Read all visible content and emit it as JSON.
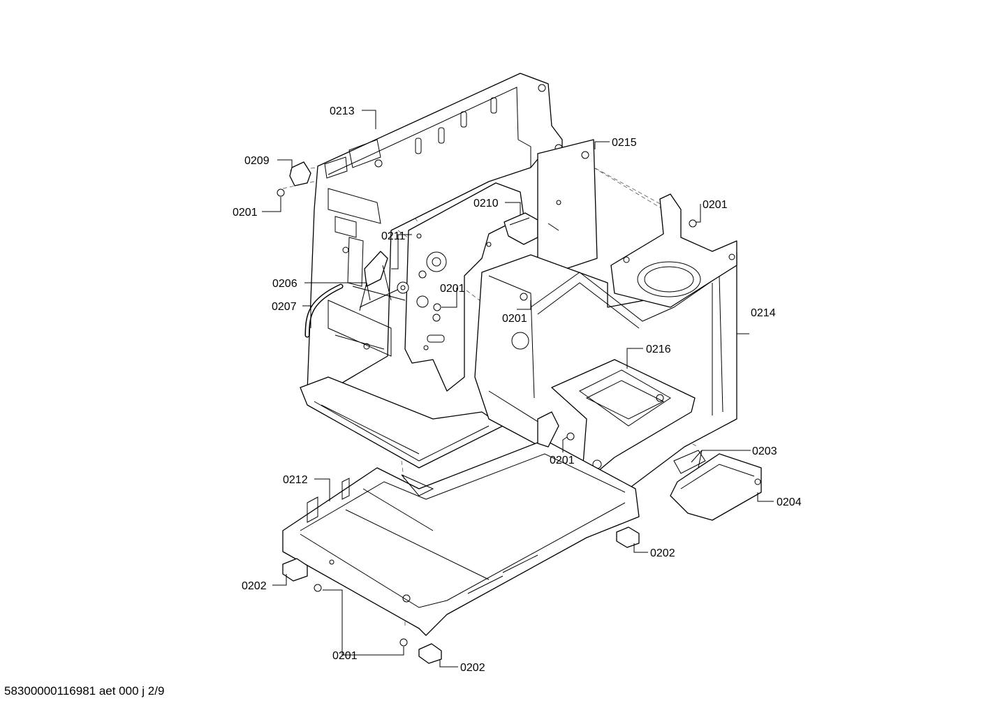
{
  "diagram": {
    "footer": "58300000116981 aet 000 j 2/9",
    "callouts": [
      {
        "id": "c0213",
        "label": "0213"
      },
      {
        "id": "c0209",
        "label": "0209"
      },
      {
        "id": "c0201a",
        "label": "0201"
      },
      {
        "id": "c0215",
        "label": "0215"
      },
      {
        "id": "c0210",
        "label": "0210"
      },
      {
        "id": "c0201b",
        "label": "0201"
      },
      {
        "id": "c0211",
        "label": "0211"
      },
      {
        "id": "c0206",
        "label": "0206"
      },
      {
        "id": "c0201c",
        "label": "0201"
      },
      {
        "id": "c0207",
        "label": "0207"
      },
      {
        "id": "c0201d",
        "label": "0201"
      },
      {
        "id": "c0214",
        "label": "0214"
      },
      {
        "id": "c0216",
        "label": "0216"
      },
      {
        "id": "c0201e",
        "label": "0201"
      },
      {
        "id": "c0203",
        "label": "0203"
      },
      {
        "id": "c0212",
        "label": "0212"
      },
      {
        "id": "c0204",
        "label": "0204"
      },
      {
        "id": "c0202a",
        "label": "0202"
      },
      {
        "id": "c0202b",
        "label": "0202"
      },
      {
        "id": "c0201f",
        "label": "0201"
      },
      {
        "id": "c0202c",
        "label": "0202"
      }
    ]
  }
}
